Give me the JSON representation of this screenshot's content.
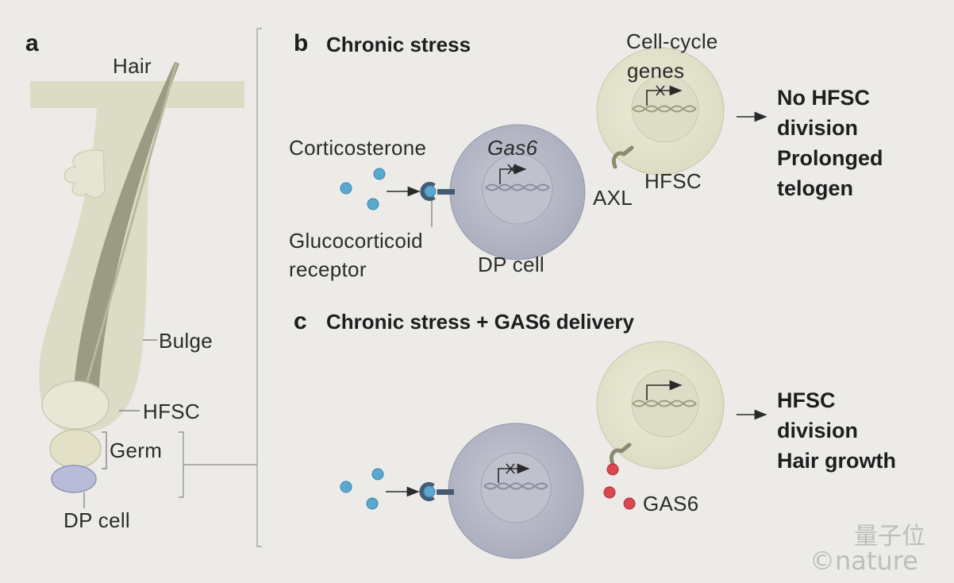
{
  "panel_a": {
    "letter": "a",
    "labels": {
      "hair": "Hair",
      "bulge": "Bulge",
      "hfsc": "HFSC",
      "germ": "Germ",
      "dp_cell": "DP cell"
    }
  },
  "panel_b": {
    "letter": "b",
    "title": "Chronic stress",
    "labels": {
      "corticosterone": "Corticosterone",
      "gas6_gene": "Gas6",
      "glucocorticoid_line1": "Glucocorticoid",
      "glucocorticoid_line2": "receptor",
      "dp_cell": "DP cell",
      "cell_cycle_line1": "Cell-cycle",
      "cell_cycle_line2": "genes",
      "axl": "AXL",
      "hfsc": "HFSC"
    },
    "outcome": [
      "No HFSC",
      "division",
      "Prolonged",
      "telogen"
    ]
  },
  "panel_c": {
    "letter": "c",
    "title": "Chronic stress + GAS6 delivery",
    "labels": {
      "gas6_protein": "GAS6"
    },
    "outcome": [
      "HFSC",
      "division",
      "Hair growth"
    ]
  },
  "watermark": {
    "brand": "量子位",
    "credit": "©nature"
  },
  "colors": {
    "background": "#ecebe8",
    "follicle": "#dcdcc6",
    "hair_shaft": "#9a9b82",
    "dp_cell": "#b3b6c5",
    "hfsc_cell": "#e3e2cc",
    "corticosterone": "#5aa7cf",
    "gas6": "#d9474f",
    "receptor": "#465b72"
  }
}
